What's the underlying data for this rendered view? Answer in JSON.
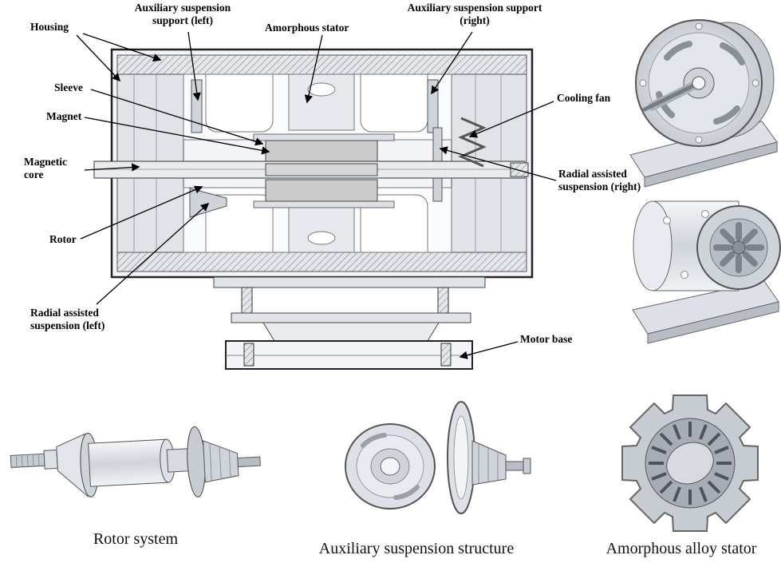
{
  "callouts": {
    "housing": "Housing",
    "aux_support_left": "Auxiliary suspension support (left)",
    "amorphous_stator": "Amorphous stator",
    "aux_support_right": "Auxiliary suspension support (right)",
    "sleeve": "Sleeve",
    "magnet": "Magnet",
    "magnetic_core": "Magnetic core",
    "cooling_fan": "Cooling fan",
    "radial_suspension_right": "Radial assisted suspension (right)",
    "rotor": "Rotor",
    "radial_suspension_left": "Radial assisted suspension (left)",
    "motor_base": "Motor base"
  },
  "captions": {
    "rotor_system": "Rotor system",
    "aux_suspension_structure": "Auxiliary suspension structure",
    "amorphous_alloy_stator": "Amorphous alloy stator"
  },
  "colors": {
    "background": "#ffffff",
    "line": "#1a1a1a",
    "metal_light": "#eef0f4",
    "metal_mid": "#d7dbe1",
    "metal_dark": "#b8bdc5",
    "stator_fill": "#c9c9c9"
  }
}
